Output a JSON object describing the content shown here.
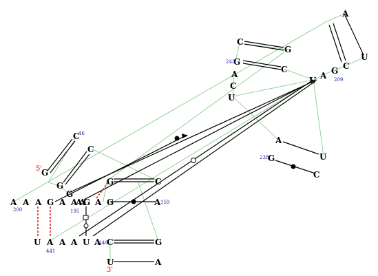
{
  "nucleotides": [
    {
      "id": "n1",
      "t": "A"
    },
    {
      "id": "n2",
      "t": "U"
    },
    {
      "id": "n3",
      "t": "C"
    },
    {
      "id": "n4",
      "t": "G"
    },
    {
      "id": "n5",
      "t": "A"
    },
    {
      "id": "n6",
      "t": "U"
    },
    {
      "id": "n7",
      "t": "C"
    },
    {
      "id": "n8",
      "t": "G"
    },
    {
      "id": "n9",
      "t": "C"
    },
    {
      "id": "n10",
      "t": "G"
    },
    {
      "id": "n11",
      "t": "A"
    },
    {
      "id": "n12",
      "t": "C"
    },
    {
      "id": "n13",
      "t": "U"
    },
    {
      "id": "n14",
      "t": "A"
    },
    {
      "id": "n15",
      "t": "U"
    },
    {
      "id": "n16",
      "t": "G"
    },
    {
      "id": "n17",
      "t": "C"
    },
    {
      "id": "n18",
      "t": "C"
    },
    {
      "id": "n19",
      "t": "C"
    },
    {
      "id": "n20",
      "t": "G"
    },
    {
      "id": "n21",
      "t": "G"
    },
    {
      "id": "n22",
      "t": "G"
    },
    {
      "id": "n23",
      "t": "A"
    },
    {
      "id": "n24",
      "t": "A"
    },
    {
      "id": "n25",
      "t": "A"
    },
    {
      "id": "n26",
      "t": "G"
    },
    {
      "id": "n27",
      "t": "A"
    },
    {
      "id": "n28",
      "t": "A"
    },
    {
      "id": "n29",
      "t": "A"
    },
    {
      "id": "n30",
      "t": "A"
    },
    {
      "id": "n31",
      "t": "G"
    },
    {
      "id": "n32",
      "t": "A"
    },
    {
      "id": "n33",
      "t": "G"
    },
    {
      "id": "n34",
      "t": "A"
    },
    {
      "id": "n35",
      "t": "G"
    },
    {
      "id": "n36",
      "t": "C"
    },
    {
      "id": "n37",
      "t": "U"
    },
    {
      "id": "n38",
      "t": "A"
    },
    {
      "id": "n39",
      "t": "A"
    },
    {
      "id": "n40",
      "t": "A"
    },
    {
      "id": "n41",
      "t": "U"
    },
    {
      "id": "n42",
      "t": "A"
    },
    {
      "id": "n43",
      "t": "C"
    },
    {
      "id": "n44",
      "t": "G"
    },
    {
      "id": "n45",
      "t": "U"
    },
    {
      "id": "n46",
      "t": "A"
    }
  ],
  "numbers": [
    {
      "id": "k209",
      "t": "209"
    },
    {
      "id": "k243",
      "t": "243"
    },
    {
      "id": "k238",
      "t": "238"
    },
    {
      "id": "k46",
      "t": "46"
    },
    {
      "id": "k200",
      "t": "200"
    },
    {
      "id": "k195",
      "t": "195"
    },
    {
      "id": "k159",
      "t": "159"
    },
    {
      "id": "k441",
      "t": "441"
    },
    {
      "id": "k446",
      "t": "446"
    }
  ],
  "ends": {
    "five_prime": "5'",
    "three_prime": "3'"
  },
  "colors": {
    "backbone": "#7cc87c",
    "pair": "#000000",
    "noncanonical": "#e02020",
    "numbers": "#1a1aa0",
    "ends": "#d01010"
  }
}
